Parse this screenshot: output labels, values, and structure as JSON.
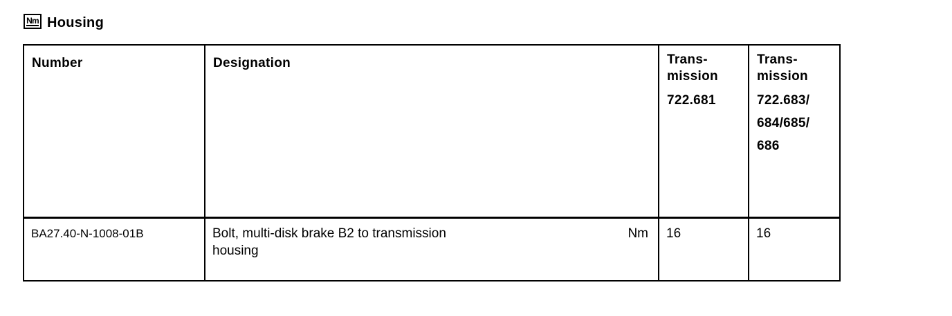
{
  "section": {
    "icon_label": "Nm",
    "title": "Housing"
  },
  "table": {
    "headers": {
      "number": "Number",
      "designation": "Designation",
      "trans1_line1": "Trans-",
      "trans1_line2": "mission",
      "trans1_model": "722.681",
      "trans2_line1": "Trans-",
      "trans2_line2": "mission",
      "trans2_model_1": "722.683/",
      "trans2_model_2": "684/685/",
      "trans2_model_3": "686"
    },
    "rows": [
      {
        "number": "BA27.40-N-1008-01B",
        "designation": "Bolt, multi-disk brake B2 to transmission housing",
        "unit": "Nm",
        "trans1_value": "16",
        "trans2_value": "16"
      }
    ]
  }
}
